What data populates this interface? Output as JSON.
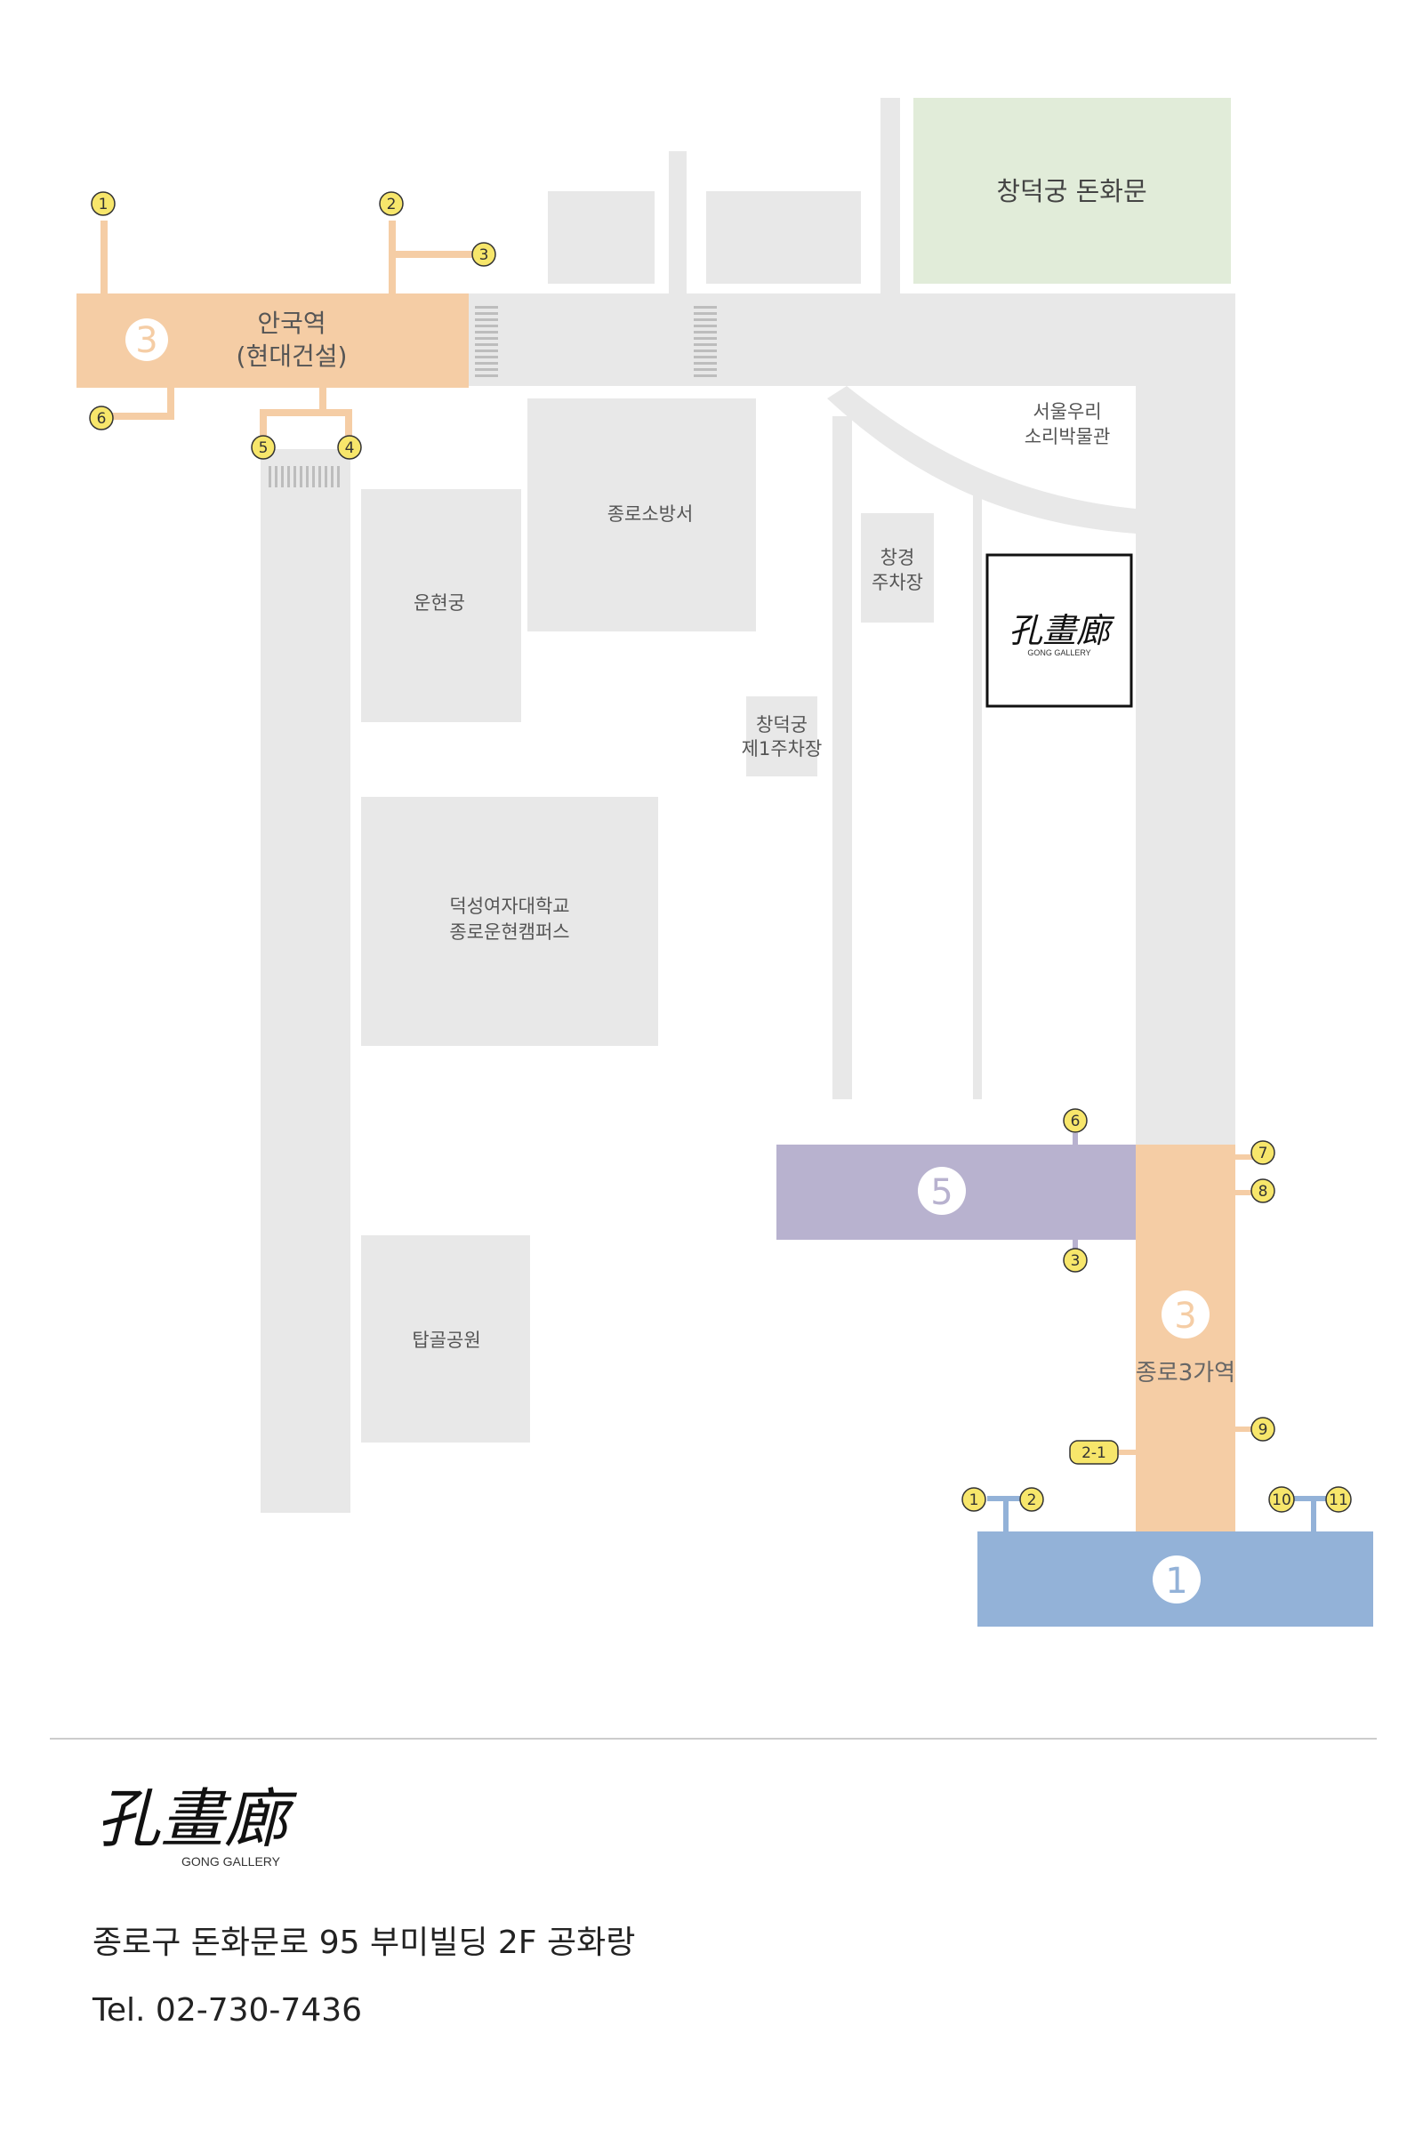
{
  "colors": {
    "road": "#e8e8e8",
    "building": "#e8e8e8",
    "park": "#e1ecd9",
    "line3": "#f5cda5",
    "line5": "#b8b2cf",
    "line1": "#93b2d8",
    "exit_fill": "#f7e66b",
    "crossing": "#bdbdbd"
  },
  "map": {
    "park_label": "창덕궁 돈화문",
    "museum_label": [
      "서울우리",
      "소리박물관"
    ],
    "fire_station": "종로소방서",
    "unhyeongung": "운현궁",
    "parking_changgyeong": [
      "창경",
      "주차장"
    ],
    "parking_changdeok": [
      "창덕궁",
      "제1주차장"
    ],
    "duksung": [
      "덕성여자대학교",
      "종로운현캠퍼스"
    ],
    "tapgol": "탑골공원",
    "gallery_marker": {
      "logo_text": "孔畫廊",
      "sub": "GONG GALLERY"
    },
    "anguk": {
      "line_number": "3",
      "name": [
        "안국역",
        "(현대건설)"
      ],
      "exits": [
        "1",
        "2",
        "3",
        "4",
        "5",
        "6"
      ]
    },
    "jongno3ga": {
      "name": "종로3가역",
      "line3_number": "3",
      "line5_number": "5",
      "line1_number": "1",
      "exits": [
        "1",
        "2",
        "2-1",
        "3",
        "6",
        "7",
        "8",
        "9",
        "10",
        "11"
      ]
    }
  },
  "footer": {
    "logo_text": "孔畫廊",
    "logo_sub": "GONG GALLERY",
    "address": "종로구 돈화문로 95 부미빌딩 2F 공화랑",
    "tel": "Tel. 02-730-7436"
  }
}
